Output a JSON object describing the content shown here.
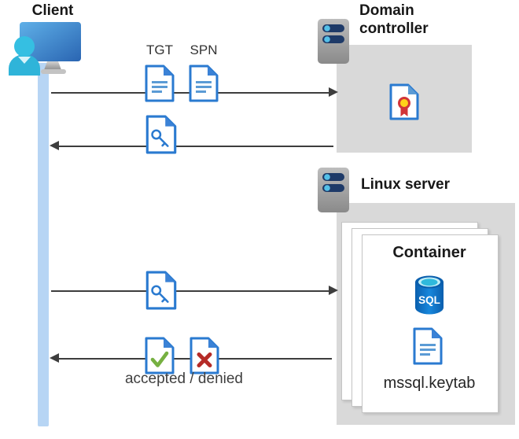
{
  "diagram": {
    "client": {
      "label": "Client"
    },
    "domain_controller": {
      "label": "Domain controller"
    },
    "linux_server": {
      "label": "Linux server"
    },
    "container": {
      "label": "Container",
      "sql_label": "SQL",
      "keytab_label": "mssql.keytab"
    },
    "flows": {
      "tgt_label": "TGT",
      "spn_label": "SPN",
      "result_label": "accepted / denied"
    },
    "icons": {
      "client-workstation-icon": "monitor with user silhouette",
      "server-icon": "gray server tower with two indicator bars",
      "certificate-icon": "document with gold rosette ribbon",
      "ticket-document-icon": "document with text lines",
      "key-ticket-icon": "document with key glyph",
      "accepted-document-icon": "document with green check mark",
      "denied-document-icon": "document with red x mark",
      "sql-database-icon": "blue cylinder labeled SQL",
      "keytab-document-icon": "document with text lines"
    },
    "colors": {
      "doc_border_blue": "#2a7ad0",
      "doc_line_blue": "#5b9bd5",
      "person_cyan": "#35bfe2",
      "timeline_blue": "#b7d5f4",
      "node_box_gray": "#d9d9d9",
      "server_navy": "#1e3a68",
      "server_led_cyan": "#54c0e8",
      "arrow_gray": "#3d3d3d",
      "accepted_green": "#76b041",
      "denied_red": "#b52b27",
      "cert_gold": "#ffd11a",
      "cert_ribbon_red": "#d13438",
      "sql_body_blue": "#1173cb",
      "sql_top_cyan": "#2fb9dc"
    }
  }
}
